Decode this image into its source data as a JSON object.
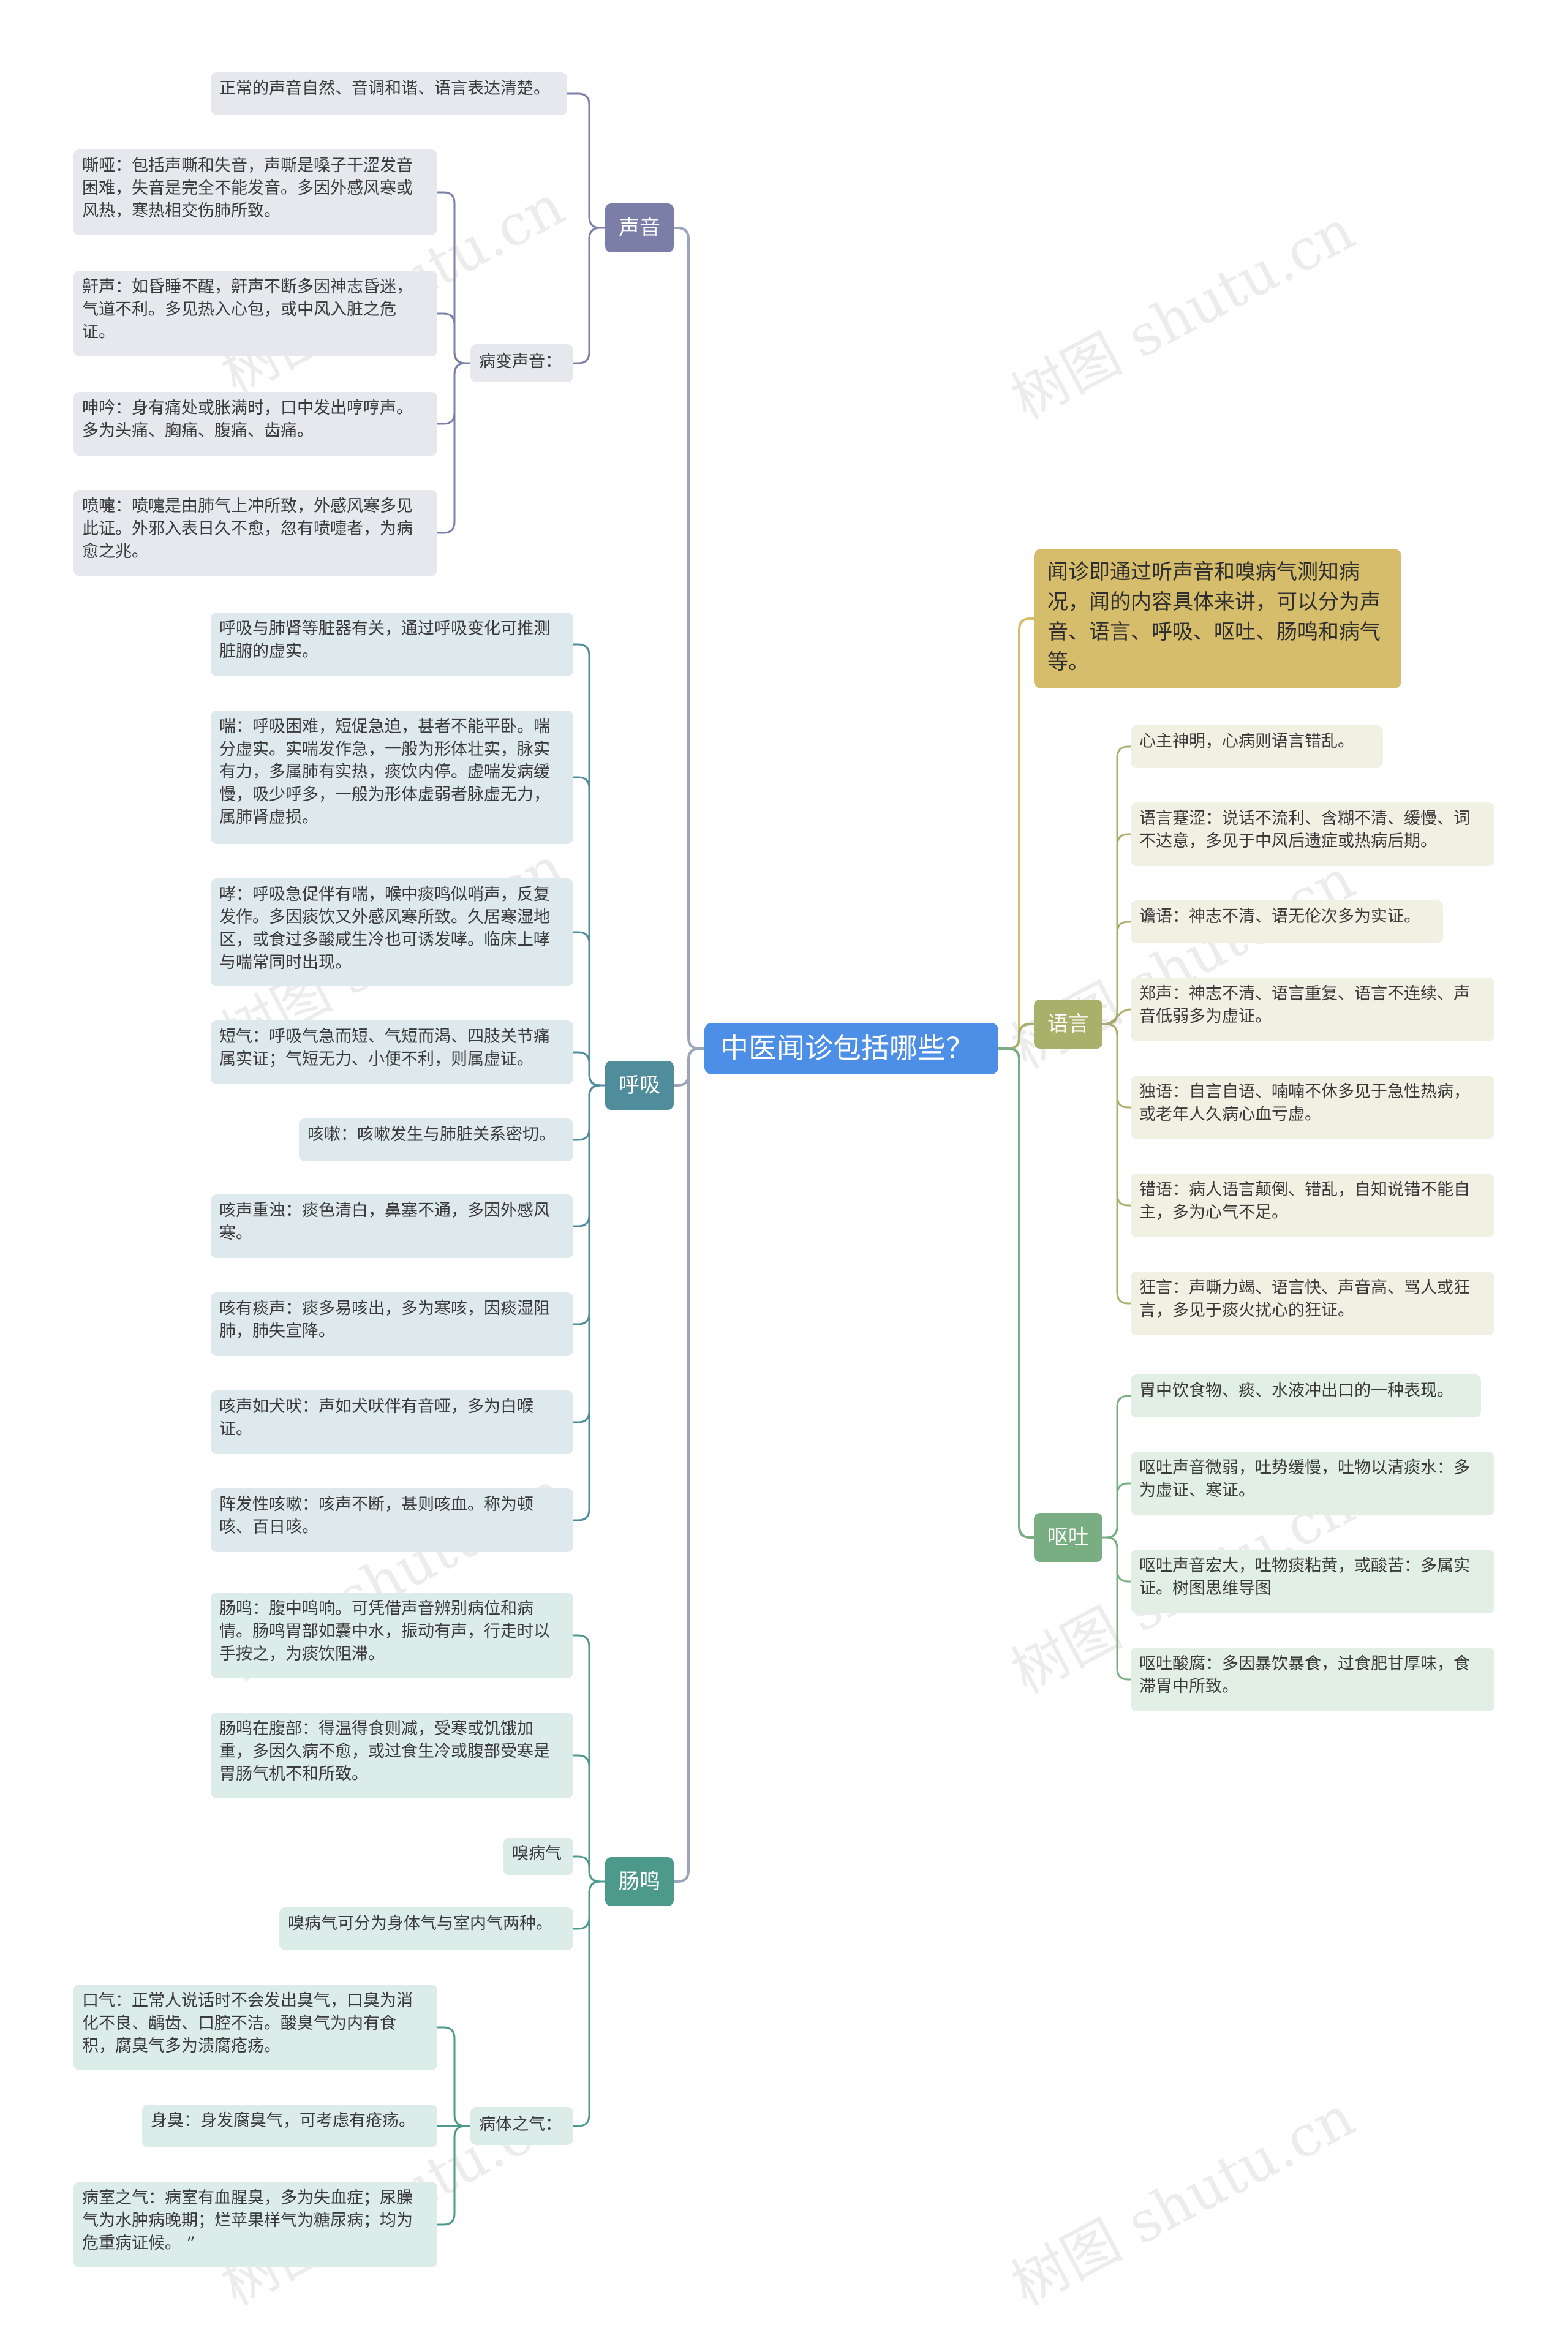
{
  "root": {
    "label": "中医闻诊包括哪些？",
    "color": "#4d8ee6"
  },
  "intro": "闻诊即通过听声音和嗅病气测知病况，闻的内容具体来讲，可以分为声音、语言、呼吸、呕吐、肠鸣和病气等。",
  "branches": {
    "shengyin": {
      "label": "声音",
      "color": "#7b7fa8",
      "leaf_bg": "#e7e7ee",
      "normal": "正常的声音自然、音调和谐、语言表达清楚。",
      "sub_label": "病变声音：",
      "children": [
        "嘶哑：包括声嘶和失音，声嘶是嗓子干涩发音困难，失音是完全不能发音。多因外感风寒或风热，寒热相交伤肺所致。",
        "鼾声：如昏睡不醒，鼾声不断多因神志昏迷，气道不利。多见热入心包，或中风入脏之危证。",
        "呻吟：身有痛处或胀满时，口中发出哼哼声。多为头痛、胸痛、腹痛、齿痛。",
        "喷嚏：喷嚏是由肺气上冲所致，外感风寒多见此证。外邪入表日久不愈，忽有喷嚏者，为病愈之兆。"
      ]
    },
    "huxi": {
      "label": "呼吸",
      "color": "#4f8c9c",
      "leaf_bg": "#dde9ec",
      "children": [
        "呼吸与肺肾等脏器有关，通过呼吸变化可推测脏腑的虚实。",
        "喘：呼吸困难，短促急迫，甚者不能平卧。喘分虚实。实喘发作急，一般为形体壮实，脉实有力，多属肺有实热，痰饮内停。虚喘发病缓慢，吸少呼多，一般为形体虚弱者脉虚无力，属肺肾虚损。",
        "哮：呼吸急促伴有喘，喉中痰鸣似哨声，反复发作。多因痰饮又外感风寒所致。久居寒湿地区，或食过多酸咸生冷也可诱发哮。临床上哮与喘常同时出现。",
        "短气：呼吸气急而短、气短而渴、四肢关节痛属实证；气短无力、小便不利，则属虚证。",
        "咳嗽：咳嗽发生与肺脏关系密切。",
        "咳声重浊：痰色清白，鼻塞不通，多因外感风寒。",
        "咳有痰声：痰多易咳出，多为寒咳，因痰湿阻肺，肺失宣降。",
        "咳声如犬吠：声如犬吠伴有音哑，多为白喉证。",
        "阵发性咳嗽：咳声不断，甚则咳血。称为顿咳、百日咳。"
      ]
    },
    "changming": {
      "label": "肠鸣",
      "color": "#4d9a8c",
      "leaf_bg": "#dcece8",
      "children": [
        "肠鸣：腹中鸣响。可凭借声音辨别病位和病情。肠鸣胃部如囊中水，振动有声，行走时以手按之，为痰饮阻滞。",
        "肠鸣在腹部：得温得食则减，受寒或饥饿加重，多因久病不愈，或过食生冷或腹部受寒是胃肠气机不和所致。",
        "嗅病气",
        "嗅病气可分为身体气与室内气两种。"
      ],
      "sub_label": "病体之气：",
      "sub_children": [
        "口气：正常人说话时不会发出臭气，口臭为消化不良、龋齿、口腔不洁。酸臭气为内有食积，腐臭气多为溃腐疮疡。",
        "身臭：身发腐臭气，可考虑有疮疡。",
        "病室之气：病室有血腥臭，多为失血症；尿臊气为水肿病晚期；烂苹果样气为糖尿病；均为危重病证候。 ”"
      ]
    },
    "yuyan": {
      "label": "语言",
      "color": "#a8b06a",
      "leaf_bg": "#f0f0e3",
      "children": [
        "心主神明，心病则语言错乱。",
        "语言蹇涩：说话不流利、含糊不清、缓慢、词不达意，多见于中风后遗症或热病后期。",
        "谵语：神志不清、语无伦次多为实证。",
        "郑声：神志不清、语言重复、语言不连续、声音低弱多为虚证。",
        "独语：自言自语、喃喃不休多见于急性热病，或老年人久病心血亏虚。",
        "错语：病人语言颠倒、错乱，自知说错不能自主，多为心气不足。",
        "狂言：声嘶力竭、语言快、声音高、骂人或狂言，多见于痰火扰心的狂证。"
      ]
    },
    "outu": {
      "label": "呕吐",
      "color": "#79ae83",
      "leaf_bg": "#e2efe5",
      "children": [
        "胃中饮食物、痰、水液冲出口的一种表现。",
        "呕吐声音微弱，吐势缓慢，吐物以清痰水：多为虚证、寒证。",
        "呕吐声音宏大，吐物痰粘黄，或酸苦：多属实证。树图思维导图",
        "呕吐酸腐：多因暴饮暴食，过食肥甘厚味，食滞胃中所致。"
      ]
    }
  },
  "watermark": "树图 shutu.cn"
}
